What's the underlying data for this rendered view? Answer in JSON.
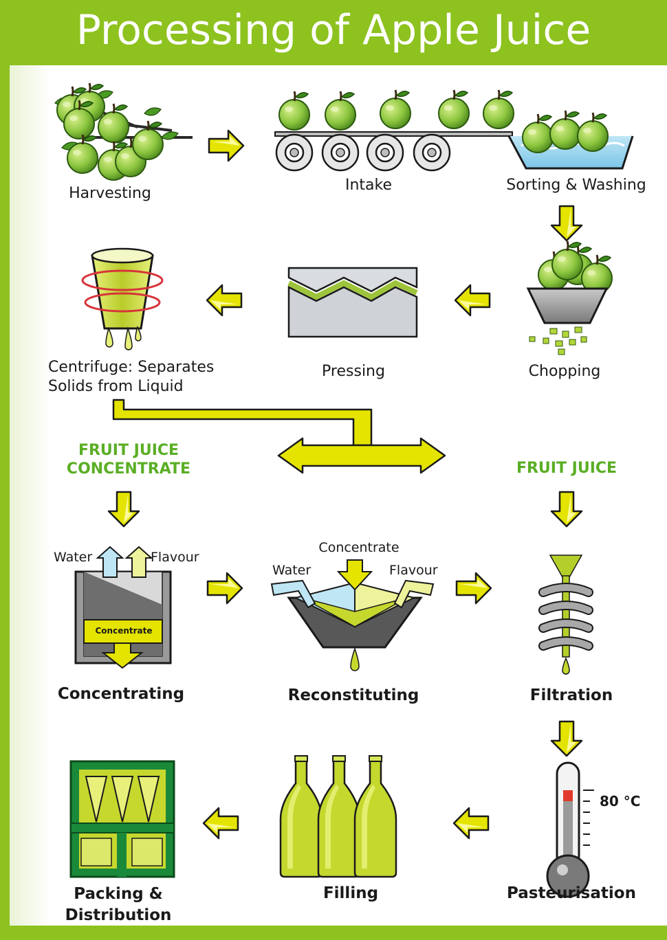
{
  "title": "Processing of Apple Juice",
  "steps": {
    "harvesting": "Harvesting",
    "intake": "Intake",
    "sorting": "Sorting & Washing",
    "chopping": "Chopping",
    "pressing": "Pressing",
    "centrifuge_line1": "Centrifuge: Separates",
    "centrifuge_line2": "Solids from Liquid",
    "concentrating": "Concentrating",
    "reconstituting": "Reconstituting",
    "filtration": "Filtration",
    "pasteurisation": "Pasteurisation",
    "filling": "Filling",
    "packing_line1": "Packing &",
    "packing_line2": "Distribution"
  },
  "branches": {
    "concentrate_line1": "FRUIT JUICE",
    "concentrate_line2": "CONCENTRATE",
    "juice": "FRUIT JUICE"
  },
  "sublabels": {
    "water": "Water",
    "flavour": "Flavour",
    "concentrate": "Concentrate",
    "concentrate_tank": "Concentrate",
    "temperature": "80 °C"
  },
  "colors": {
    "brand_green": "#8dc21f",
    "arrow_yellow": "#e4e400",
    "label_green": "#5aae25",
    "apple_green": "#8cc63f"
  }
}
